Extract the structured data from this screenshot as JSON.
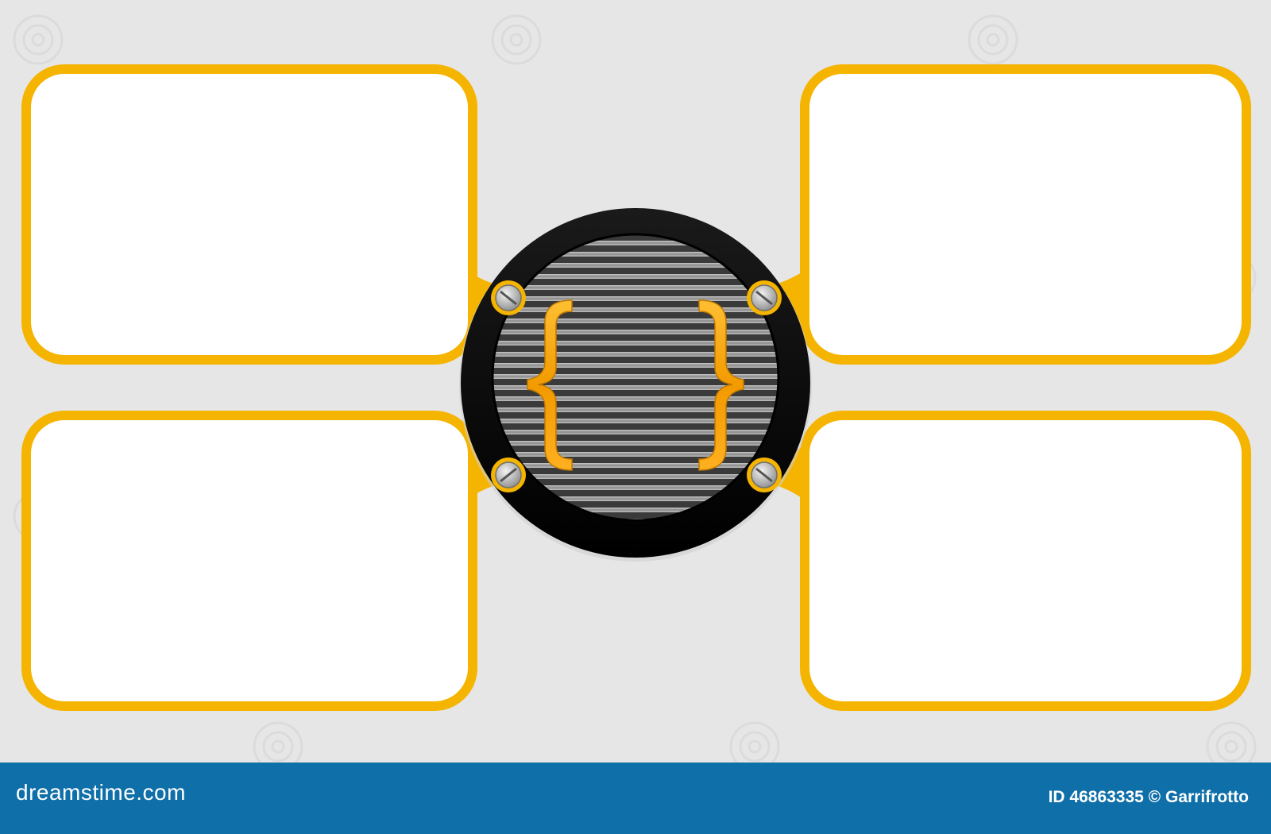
{
  "colors": {
    "background": "#e6e6e6",
    "frame": "#f5b400",
    "frame_inner": "#ffcc33",
    "box_fill": "#ffffff",
    "disc_outer": "#0e0e0e",
    "disc_stripe_dark": "#3a3a3a",
    "disc_stripe_light": "#b4b4b4",
    "brace": "#f0a000",
    "footer": "#0f6fa8",
    "footer_text": "#ffffff"
  },
  "center_symbol": {
    "icon": "curly-braces-icon",
    "left": "{",
    "right": "}"
  },
  "text_boxes": [
    {
      "position": "top-left",
      "text": ""
    },
    {
      "position": "top-right",
      "text": ""
    },
    {
      "position": "bottom-left",
      "text": ""
    },
    {
      "position": "bottom-right",
      "text": ""
    }
  ],
  "watermark": {
    "icon": "spiral-watermark-icon"
  },
  "footer": {
    "logo": "dreamstime.com",
    "credit": "ID 46863335 © Garrifrotto"
  }
}
